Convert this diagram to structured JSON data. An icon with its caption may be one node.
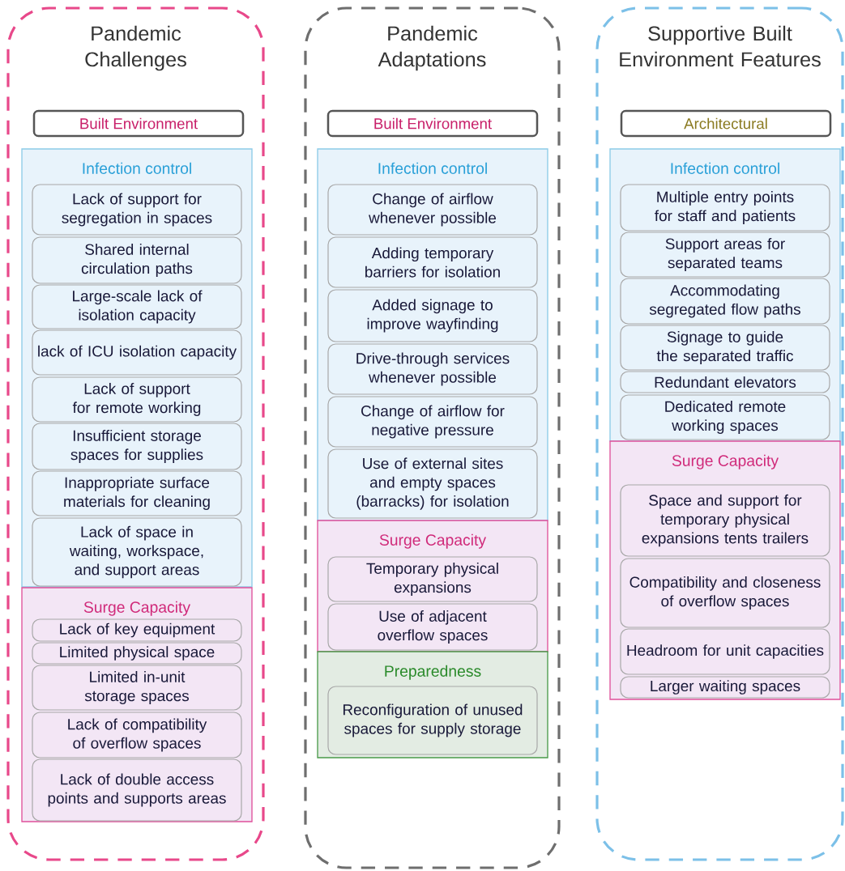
{
  "diagram": {
    "nodes": [
      {
        "text": [
          "Pandemic Challenges"
        ]
      },
      {
        "text": [
          "Built Environment"
        ],
        "in": 0
      },
      {
        "text": [
          "Infection control"
        ],
        "in": 0
      },
      {
        "text": [
          "Lack of support for segregation in spaces"
        ],
        "in": 2
      },
      {
        "text": [
          "Shared internal circulation paths"
        ],
        "in": 2
      },
      {
        "text": [
          "Large-scale lack of isolation capacity"
        ],
        "in": 2
      },
      {
        "text": [
          "lack of ICU isolation capacity"
        ],
        "in": 2
      },
      {
        "text": [
          "Lack of support for remote working"
        ],
        "in": 2
      },
      {
        "text": [
          "Insufficient storage spaces for supplies"
        ],
        "in": 2
      },
      {
        "text": [
          "Inappropriate surface materials for cleaning"
        ],
        "in": 2
      },
      {
        "text": [
          "Lack of space in waiting, workspace, and support areas"
        ],
        "in": 2
      },
      {
        "text": [
          "Surge Capacity"
        ],
        "in": 0
      },
      {
        "text": [
          "Lack of key equipment"
        ],
        "in": 11
      },
      {
        "text": [
          "Limited physical space"
        ],
        "in": 11
      },
      {
        "text": [
          "Limited in-unit storage spaces"
        ],
        "in": 11
      },
      {
        "text": [
          "Lack of compatibility of overflow spaces"
        ],
        "in": 11
      },
      {
        "text": [
          "Lack of double access points and supports areas"
        ],
        "in": 11
      },
      {
        "text": [
          "Pandemic Adaptations"
        ]
      },
      {
        "text": [
          "Built Environment"
        ],
        "in": 17
      },
      {
        "text": [
          "Infection control"
        ],
        "in": 17
      },
      {
        "text": [
          "Change of airflow whenever possible"
        ],
        "in": 19
      },
      {
        "text": [
          "Adding temporary barriers for isolation"
        ],
        "in": 19
      },
      {
        "text": [
          "Added signage to improve wayfinding"
        ],
        "in": 19
      },
      {
        "text": [
          "Drive-through services whenever possible"
        ],
        "in": 19
      },
      {
        "text": [
          "Change of airflow for negative pressure"
        ],
        "in": 19
      },
      {
        "text": [
          "Use of external sites and empty spaces (barracks) for isolation"
        ],
        "in": 19
      },
      {
        "text": [
          "Surge Capacity"
        ],
        "in": 17
      },
      {
        "text": [
          "Temporary physical expansions"
        ],
        "in": 26
      },
      {
        "text": [
          "Use of adjacent overflow spaces"
        ],
        "in": 26
      },
      {
        "text": [
          "Preparedness"
        ],
        "in": 17
      },
      {
        "text": [
          "Reconfiguration of unused spaces for supply storage"
        ],
        "in": 29
      },
      {
        "text": [
          "Supportive Built Environment Features"
        ]
      },
      {
        "text": [
          "Architectural"
        ],
        "in": 31
      },
      {
        "text": [
          "Infection control"
        ],
        "in": 31
      },
      {
        "text": [
          "Multiple entry points for staff and patients"
        ],
        "in": 33
      },
      {
        "text": [
          "Support areas for separated teams"
        ],
        "in": 33
      },
      {
        "text": [
          "Accommodating segregated flow paths"
        ],
        "in": 33
      },
      {
        "text": [
          "Signage to guide the separated traffic"
        ],
        "in": 33
      },
      {
        "text": [
          "Redundant elevators"
        ],
        "in": 33
      },
      {
        "text": [
          "Dedicated remote working spaces"
        ],
        "in": 33
      },
      {
        "text": [
          "Surge Capacity"
        ],
        "in": 31
      },
      {
        "text": [
          "Space and support for temporary physical expansions tents trailers"
        ],
        "in": 40
      },
      {
        "text": [
          "Compatibility and closeness of overflow spaces"
        ],
        "in": 40
      },
      {
        "text": [
          "Headroom for unit capacities"
        ],
        "in": 40
      },
      {
        "text": [
          "Larger waiting spaces"
        ],
        "in": 40
      }
    ]
  }
}
